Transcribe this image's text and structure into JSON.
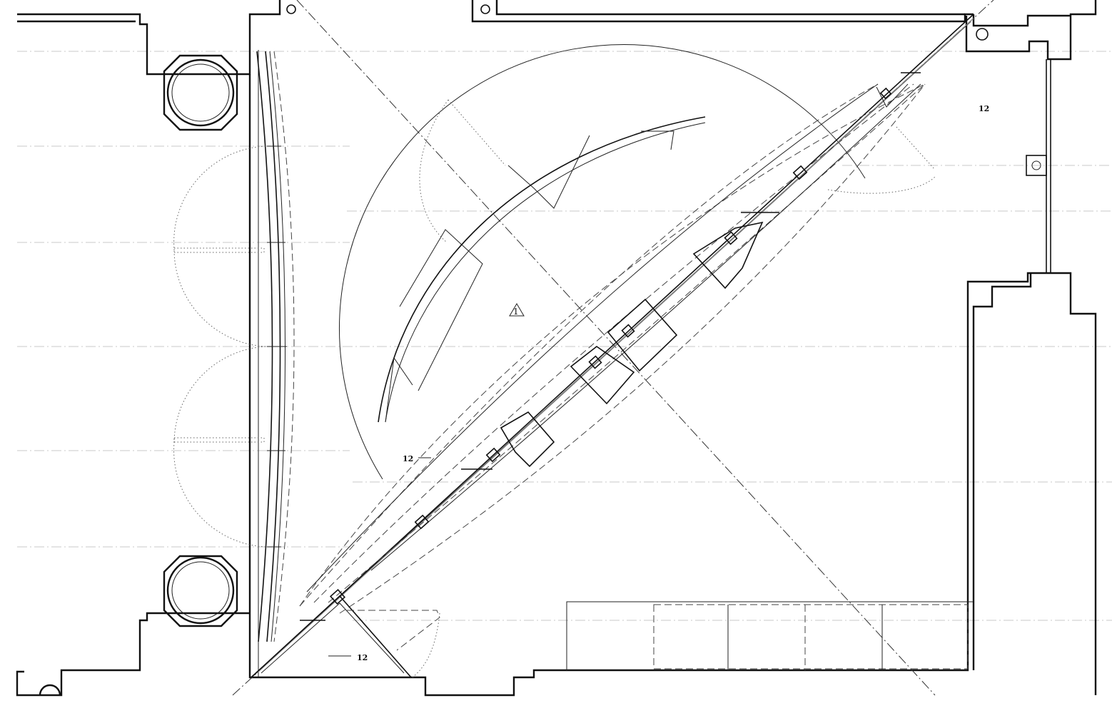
{
  "labels": {
    "room_tag_top_right": "12",
    "room_tag_left": "12",
    "room_tag_bottom": "12",
    "section_marker": "1"
  }
}
